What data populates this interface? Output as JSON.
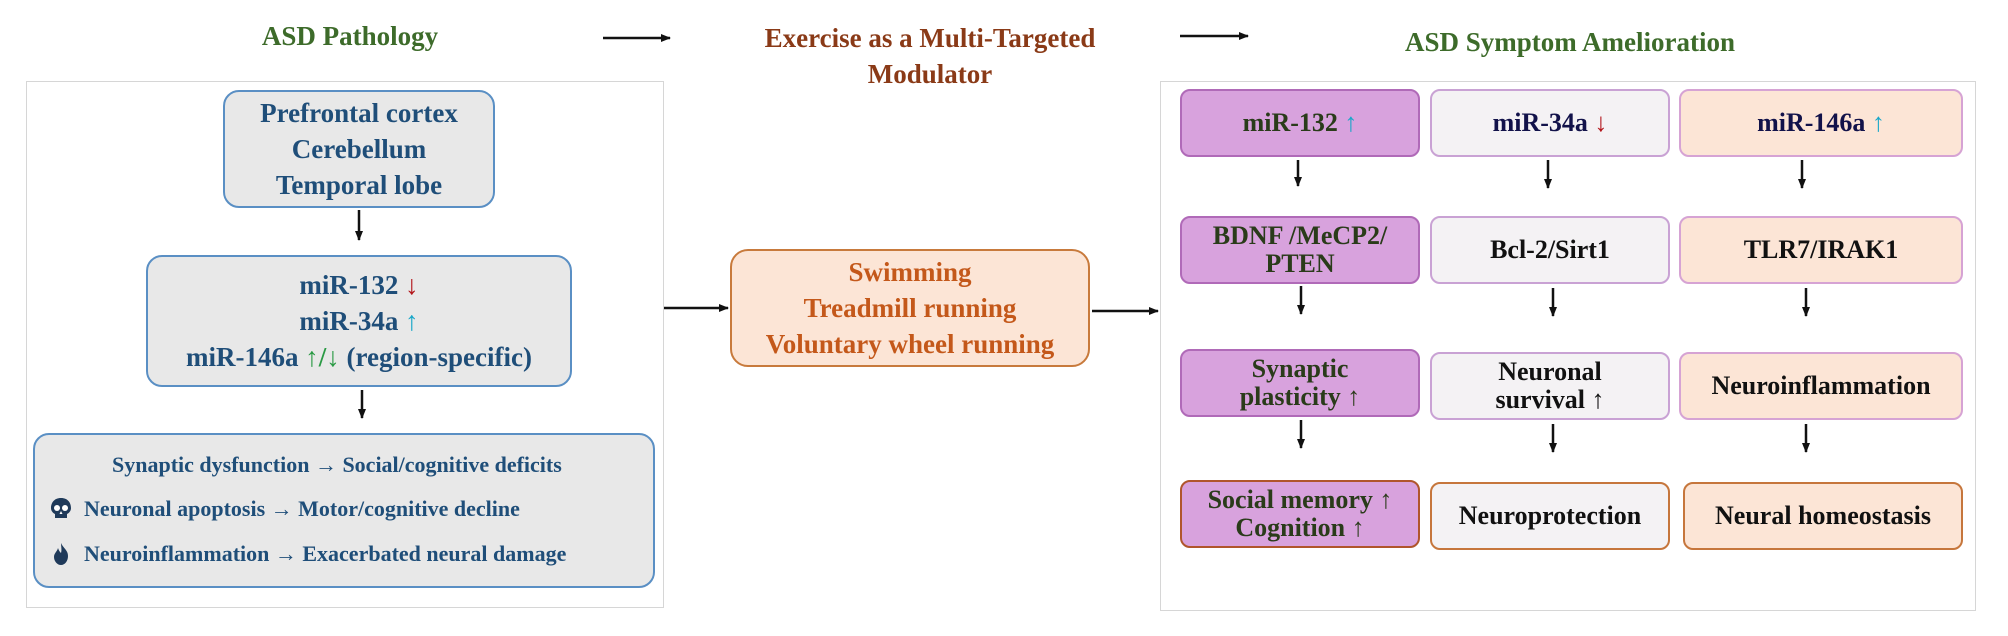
{
  "headings": {
    "left": "ASD Pathology",
    "middle_line1": "Exercise as a Multi-Targeted",
    "middle_line2": "Modulator",
    "right": "ASD Symptom Amelioration"
  },
  "pathology": {
    "regions": [
      "Prefrontal cortex",
      "Cerebellum",
      "Temporal lobe"
    ],
    "mirnas": [
      {
        "name": "miR-132",
        "arrow": "↓"
      },
      {
        "name": "miR-34a",
        "arrow": "↑"
      },
      {
        "name": "miR-146a",
        "arrow_up": "↑",
        "sep": "/",
        "arrow_down": "↓",
        "note": "(region-specific)"
      }
    ],
    "effects": [
      {
        "icon": "synapse-icon",
        "text": "Synaptic dysfunction → Social/cognitive deficits"
      },
      {
        "icon": "skull-icon",
        "text": "Neuronal apoptosis → Motor/cognitive decline"
      },
      {
        "icon": "flame-icon",
        "text": "Neuroinflammation → Exacerbated neural damage"
      }
    ]
  },
  "exercise": [
    "Swimming",
    "Treadmill running",
    "Voluntary wheel running"
  ],
  "amelioration": {
    "columns": [
      {
        "mirna": "miR-132",
        "arrow": "↑",
        "target_lines": [
          "BDNF /MeCP2/",
          "PTEN"
        ],
        "effect_lines": [
          "Synaptic",
          "plasticity ↑"
        ],
        "outcome_lines": [
          "Social memory ↑",
          "Cognition ↑"
        ]
      },
      {
        "mirna": "miR-34a",
        "arrow": "↓",
        "target_lines": [
          "Bcl-2/Sirt1"
        ],
        "effect_lines": [
          "Neuronal",
          "survival ↑"
        ],
        "outcome_lines": [
          "Neuroprotection"
        ]
      },
      {
        "mirna": "miR-146a",
        "arrow": "↑",
        "target_lines": [
          "TLR7/IRAK1"
        ],
        "effect_lines": [
          "Neuroinflammation"
        ],
        "outcome_lines": [
          "Neural homeostasis"
        ]
      }
    ]
  },
  "colors": {
    "heading_green": "#3d6b2a",
    "heading_brown": "#8a3a17",
    "pathology_text": "#1f4e79",
    "exercise_text": "#c4581a",
    "purple": "#d8a2dd",
    "peach": "#fce5d6",
    "gray": "#e8e8e8",
    "up_arrow": "#19a7c9",
    "down_arrow": "#b3161b"
  }
}
